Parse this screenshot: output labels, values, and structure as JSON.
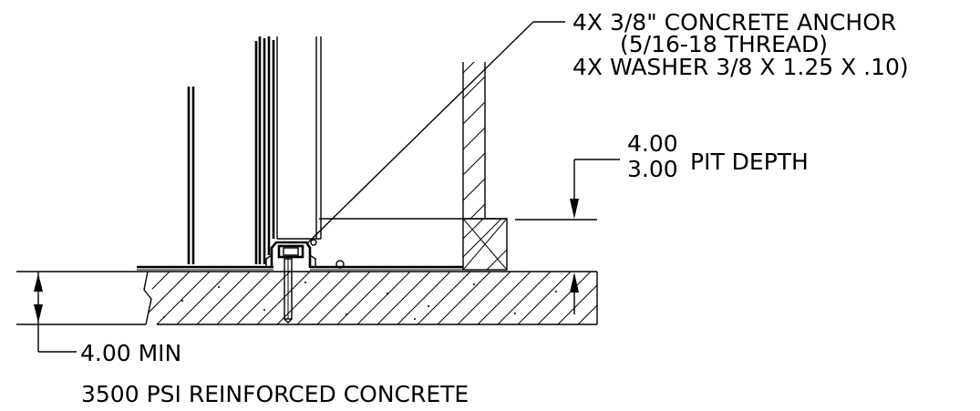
{
  "callouts": {
    "anchor": {
      "line1": "4X 3/8\" CONCRETE ANCHOR",
      "line2": "(5/16-18 THREAD)",
      "line3": "4X WASHER 3/8 X 1.25 X .10)"
    },
    "pit_depth": {
      "upper": "4.00",
      "lower": "3.00",
      "label": "PIT DEPTH"
    },
    "slab": {
      "line1": "4.00 MIN",
      "line2": "3500 PSI REINFORCED CONCRETE"
    }
  }
}
